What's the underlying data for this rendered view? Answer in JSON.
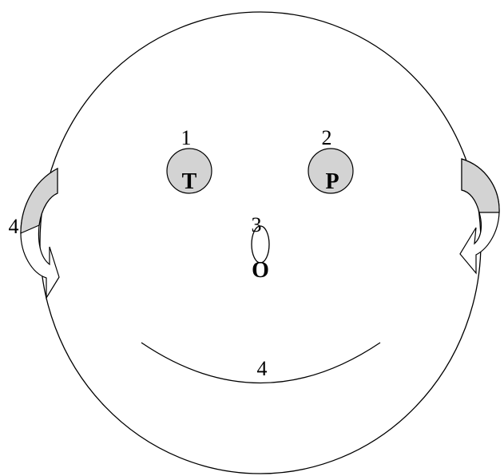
{
  "colors": {
    "outline": "#000000",
    "feature_fill": "#d3d3d3",
    "background": "#ffffff"
  },
  "labels": {
    "left_eye_number": "1",
    "right_eye_number": "2",
    "nose_number": "3",
    "left_ear_number": "4",
    "mouth_number": "4"
  },
  "letters": {
    "left_eye": "T",
    "right_eye": "P",
    "nose": "O"
  }
}
